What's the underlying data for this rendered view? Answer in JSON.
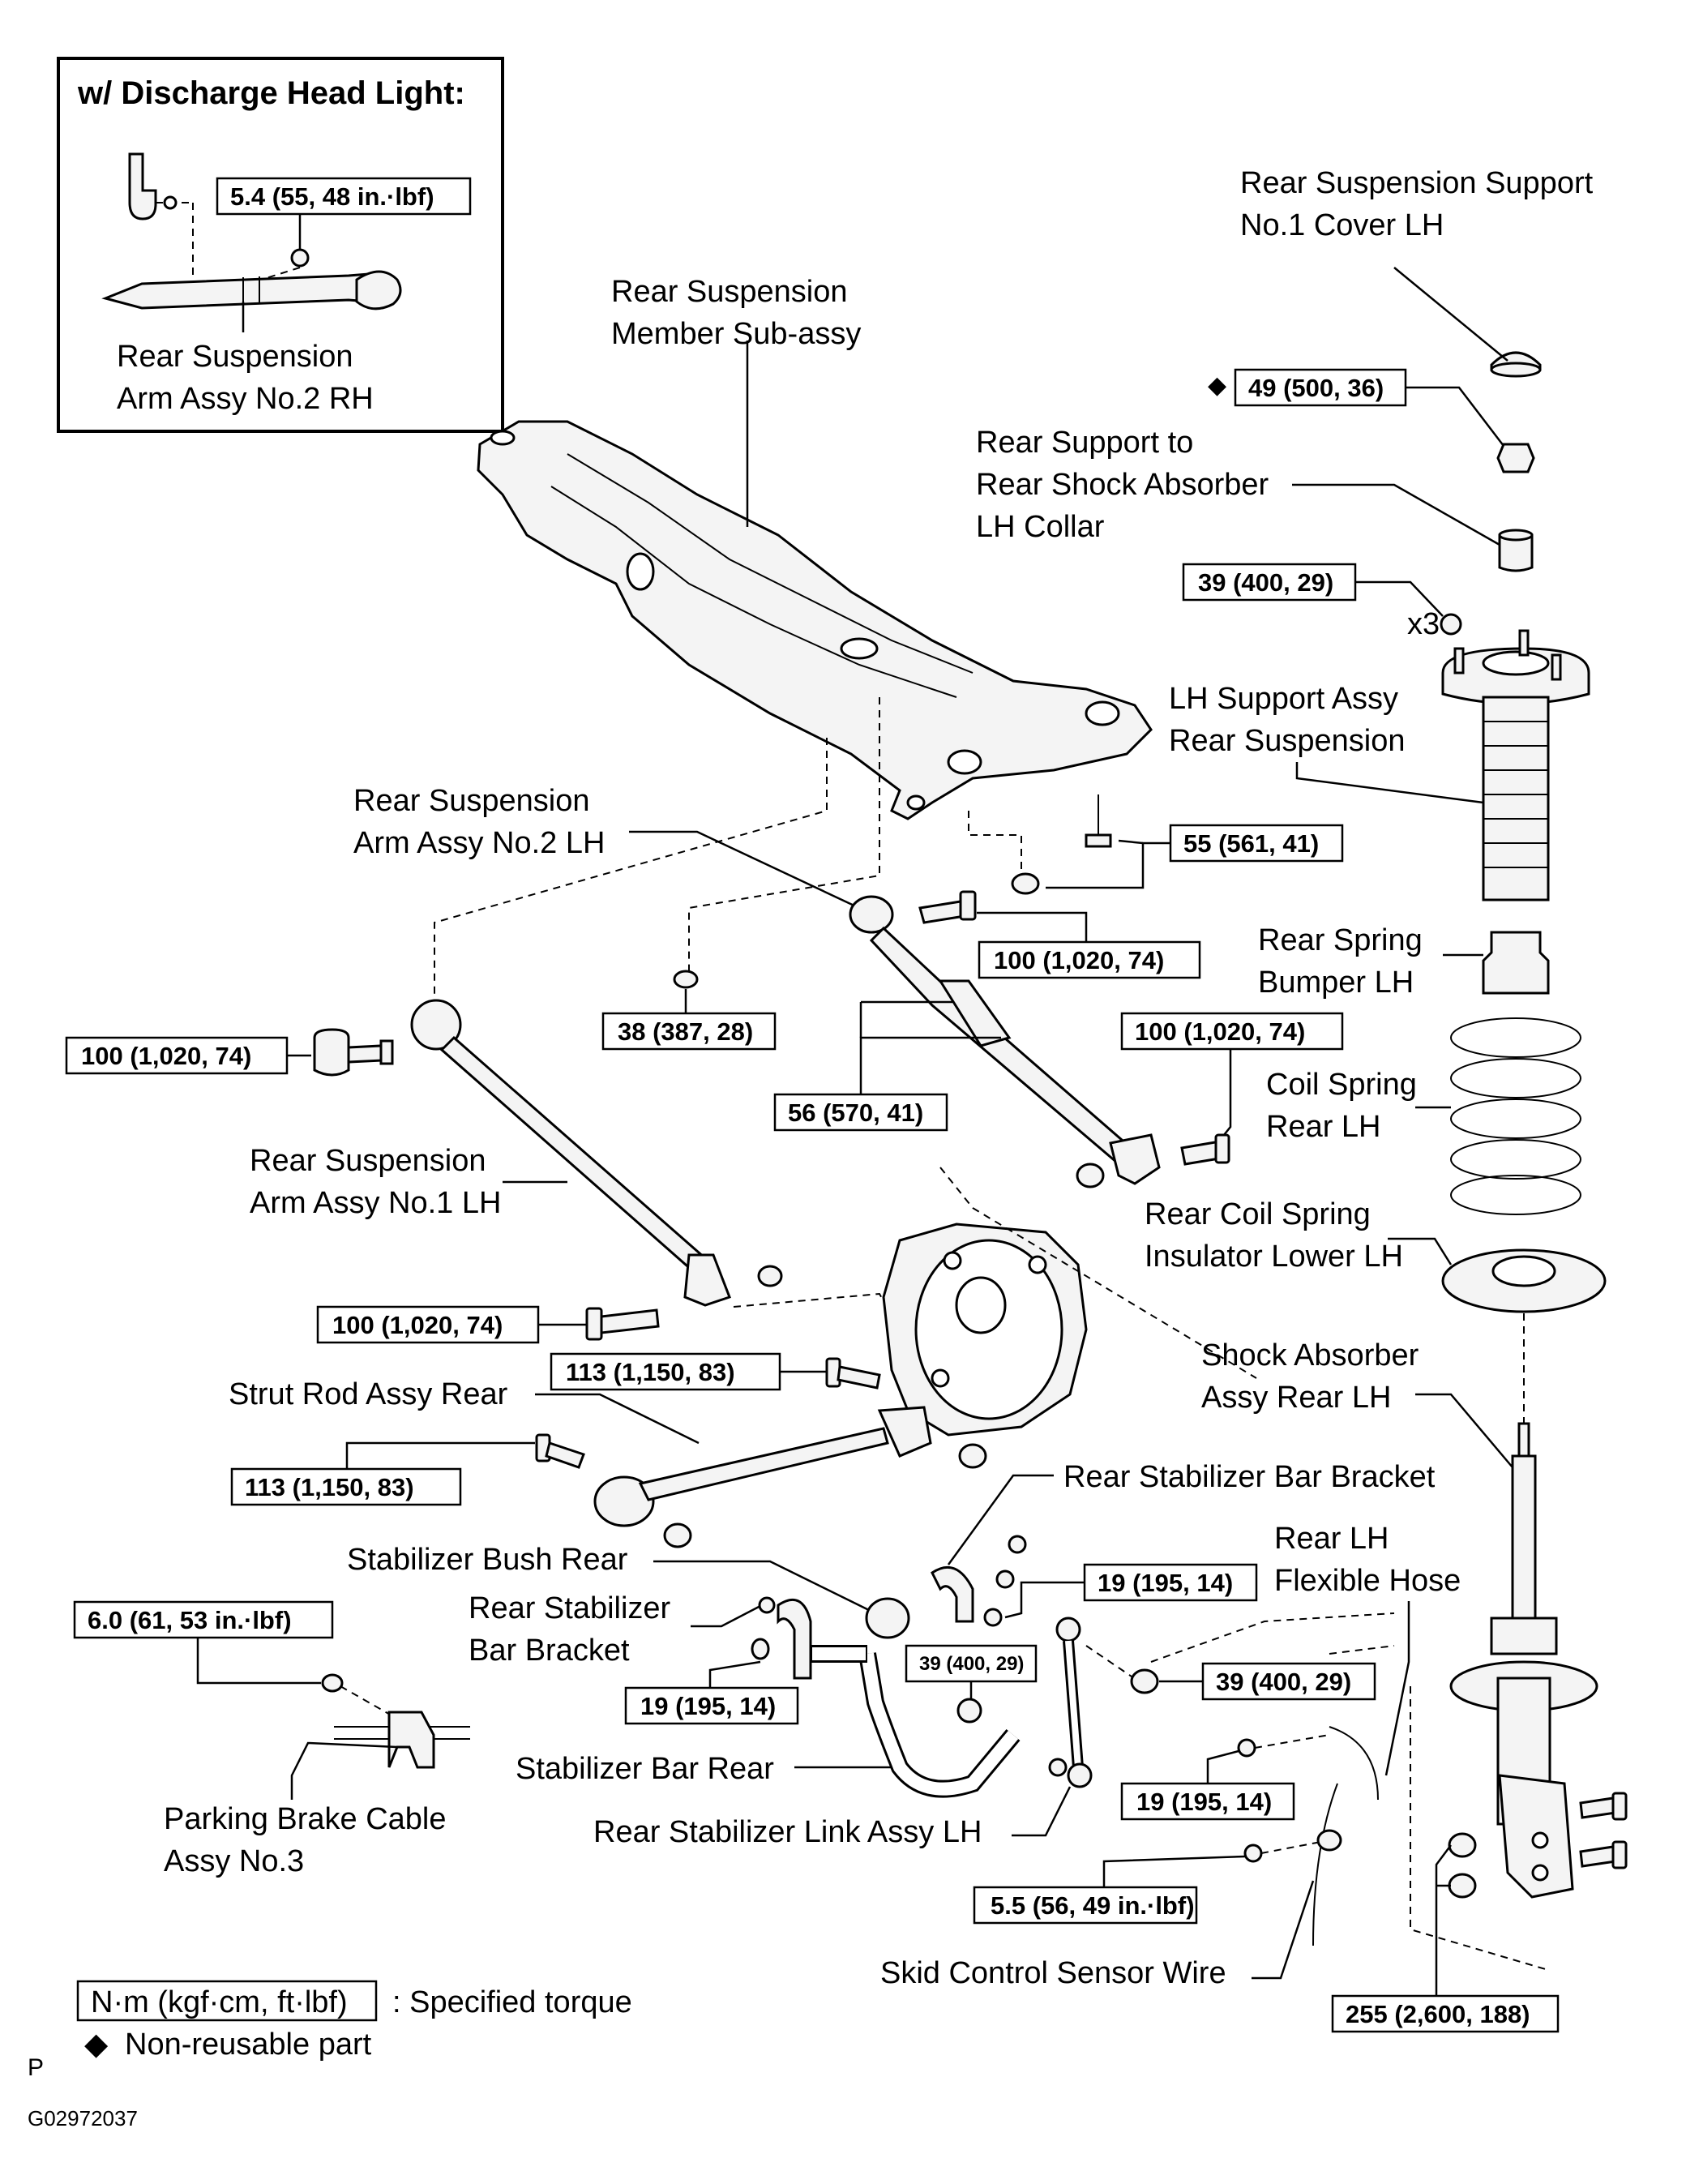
{
  "inset": {
    "title": "w/ Discharge Head Light:",
    "torque": "5.4 (55, 48 in.·lbf)",
    "part_line1": "Rear Suspension",
    "part_line2": "Arm Assy No.2 RH"
  },
  "labels": {
    "rs_member_1": "Rear Suspension",
    "rs_member_2": "Member  Sub-assy",
    "support_cover_1": "Rear Suspension Support",
    "support_cover_2": "No.1 Cover LH",
    "collar_1": "Rear Support to",
    "collar_2": "Rear Shock Absorber",
    "collar_3": "LH Collar",
    "x3": "x3",
    "lh_support_1": "LH Support Assy",
    "lh_support_2": "Rear Suspension",
    "arm2lh_1": "Rear Suspension",
    "arm2lh_2": "Arm Assy No.2 LH",
    "bumper_1": "Rear Spring",
    "bumper_2": "Bumper LH",
    "coil_1": "Coil Spring",
    "coil_2": "Rear LH",
    "arm1_1": "Rear Suspension",
    "arm1_2": "Arm Assy No.1 LH",
    "insulator_1": "Rear Coil Spring",
    "insulator_2": "Insulator Lower LH",
    "shock_1": "Shock Absorber",
    "shock_2": "Assy Rear LH",
    "strut_rod": "Strut Rod Assy Rear",
    "stab_bracket_right": "Rear Stabilizer Bar Bracket",
    "stab_bush": "Stabilizer Bush Rear",
    "hose_1": "Rear LH",
    "hose_2": "Flexible Hose",
    "stab_bracket_left_1": "Rear Stabilizer",
    "stab_bracket_left_2": "Bar Bracket",
    "stab_bar": "Stabilizer Bar Rear",
    "pb_cable_1": "Parking Brake Cable",
    "pb_cable_2": "Assy No.3",
    "stab_link": "Rear Stabilizer Link Assy LH",
    "skid_sensor": "Skid Control Sensor Wire"
  },
  "torques": {
    "t49": "49 (500, 36)",
    "t39_top": "39 (400, 29)",
    "t55": "55 (561, 41)",
    "t100_arm2": "100 (1,020, 74)",
    "t38": "38 (387, 28)",
    "t100_left": "100 (1,020, 74)",
    "t100_right": "100 (1,020, 74)",
    "t56": "56 (570, 41)",
    "t100_arm1": "100 (1,020, 74)",
    "t113_a": "113 (1,150, 83)",
    "t113_b": "113 (1,150, 83)",
    "t19_bracket": "19 (195, 14)",
    "t6": "6.0 (61, 53 in.·lbf)",
    "t39_small": "39 (400, 29)",
    "t39_link": "39 (400, 29)",
    "t19_left": "19 (195, 14)",
    "t19_hose": "19 (195, 14)",
    "t5_5": "5.5 (56, 49 in.·lbf)",
    "t255": "255 (2,600, 188)"
  },
  "legend": {
    "unit": "N·m (kgf·cm, ft·lbf)",
    "unit_desc": ": Specified torque",
    "nonreusable_symbol": "◆",
    "nonreusable": "Non-reusable  part"
  },
  "footer": {
    "letter": "P",
    "code": "G02972037"
  }
}
